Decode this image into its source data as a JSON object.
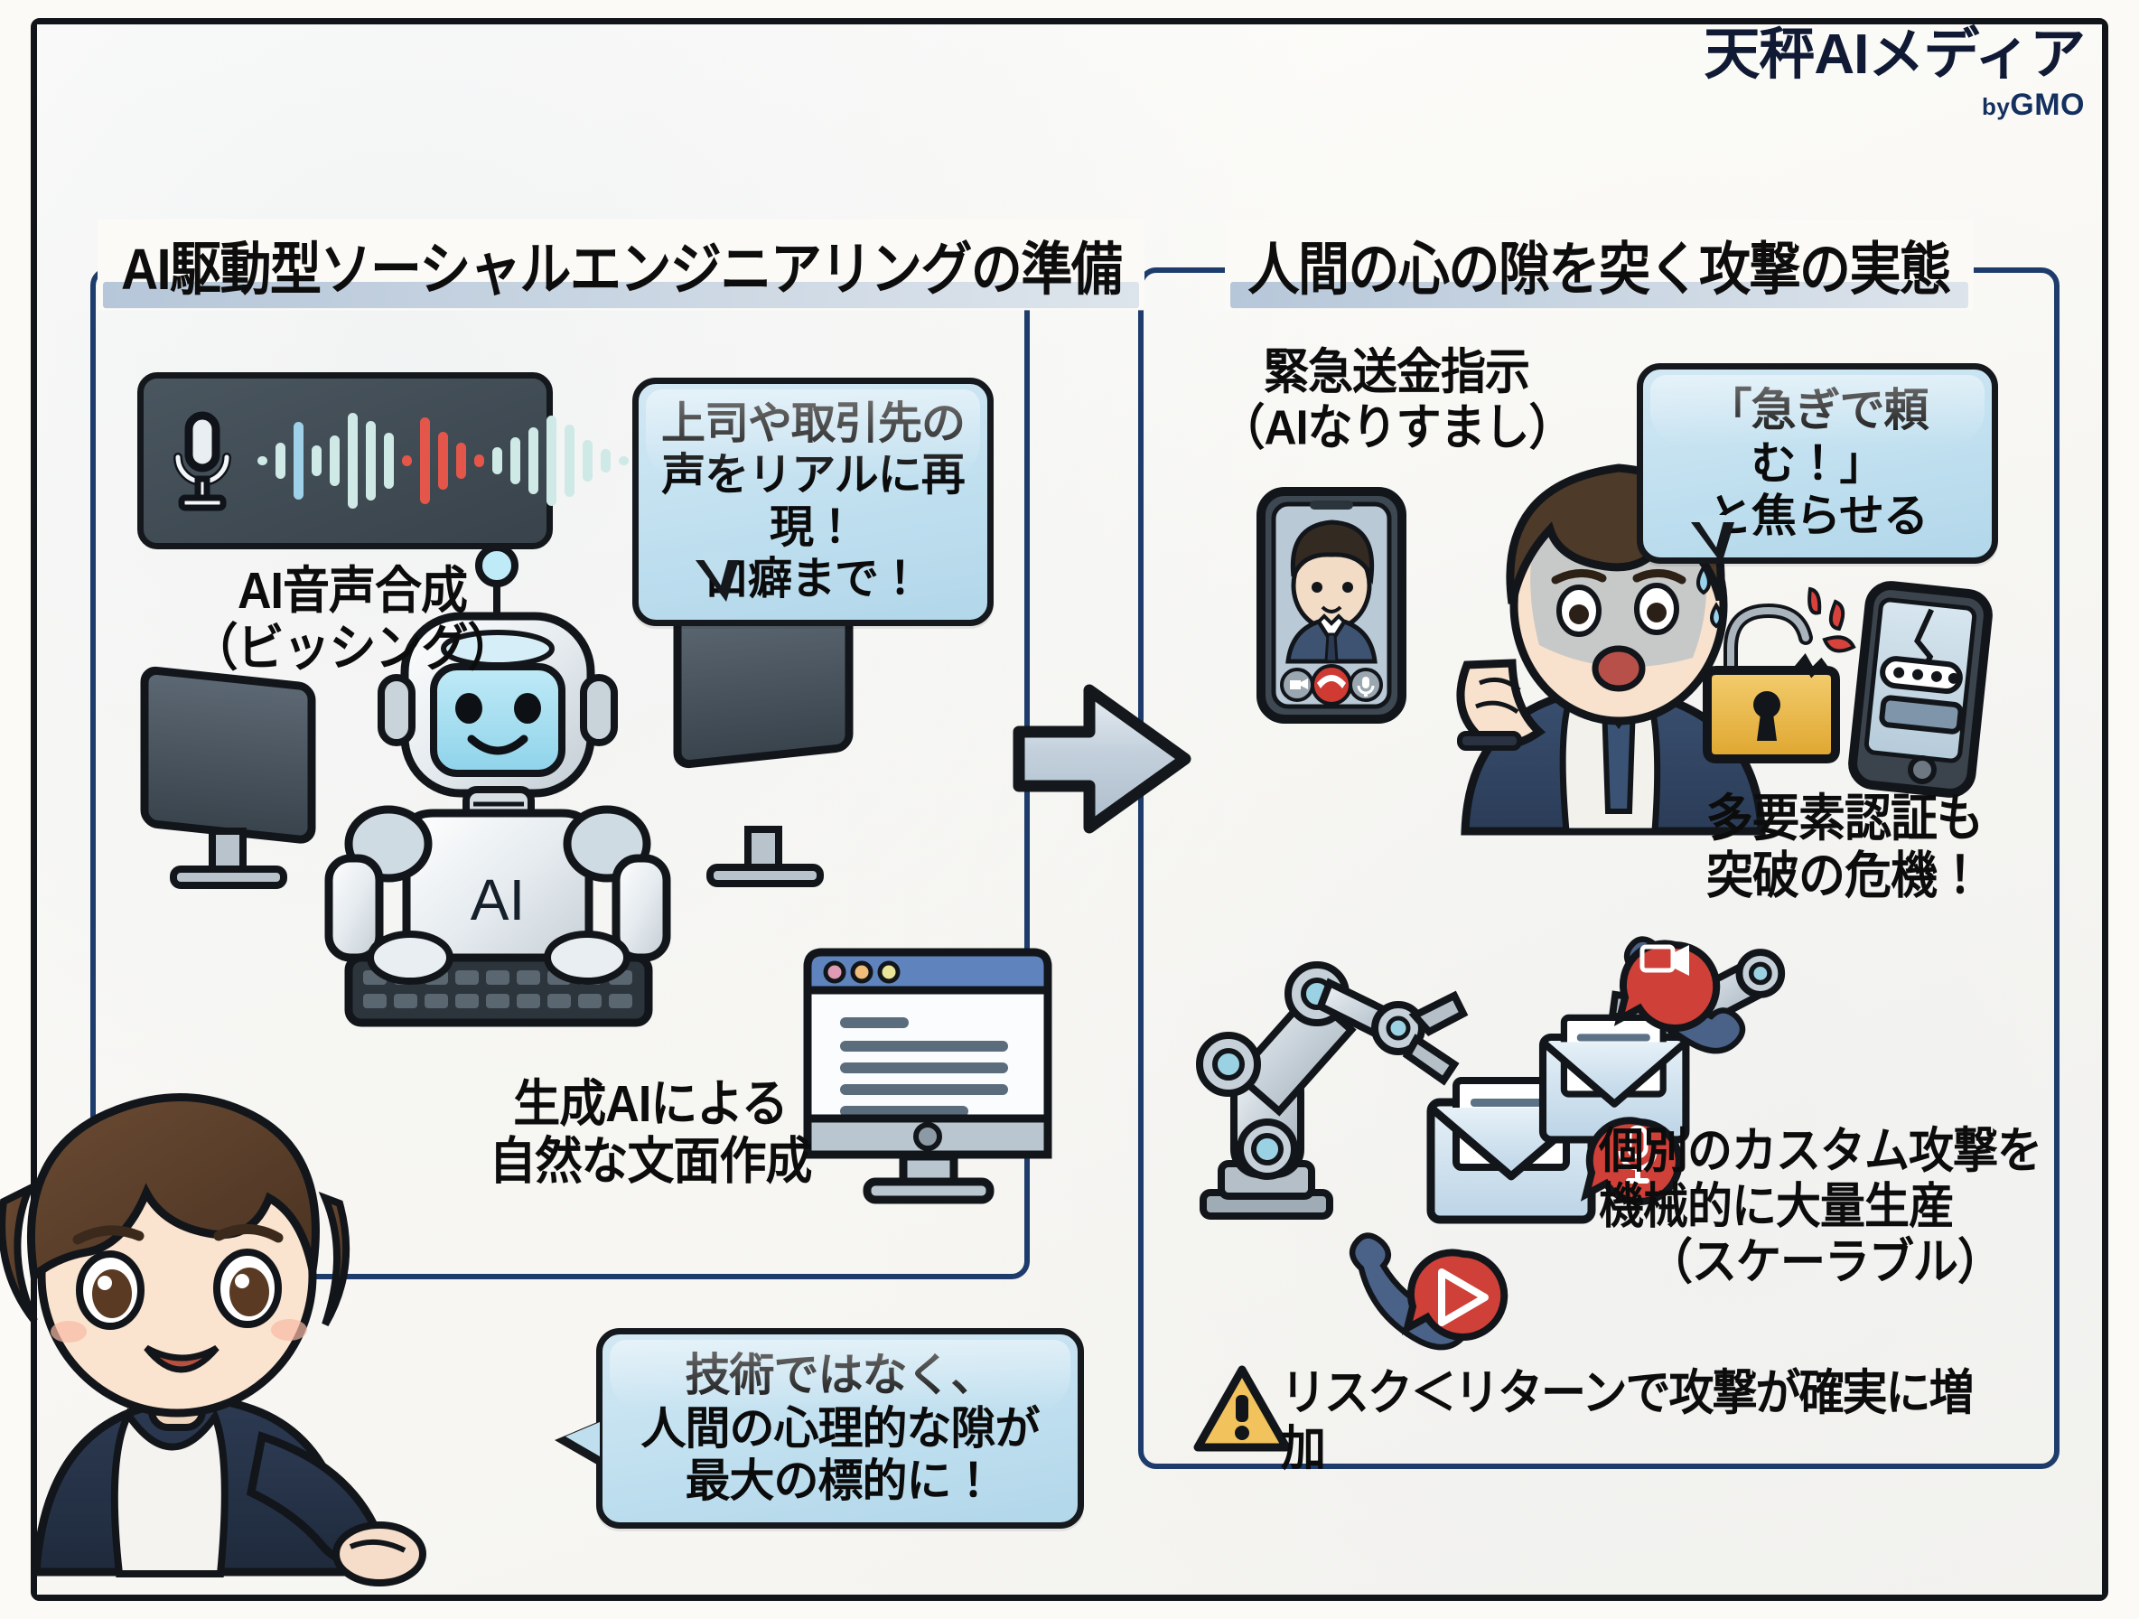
{
  "logo": {
    "main": "天秤AIメディア",
    "by": "by",
    "brand": "GMO"
  },
  "panels": {
    "left": {
      "title": "AI駆動型ソーシャルエンジニアリングの準備",
      "voice_label_line1": "AI音声合成",
      "voice_label_line2": "（ビッシング）",
      "robot_chest_label": "AI",
      "doc_caption_line1": "生成AIによる",
      "doc_caption_line2": "自然な文面作成",
      "bubble_voice": {
        "line1": "上司や取引先の",
        "line2": "声をリアルに再現！",
        "line3": "口癖まで！"
      },
      "bubble_conclusion": {
        "line1": "技術ではなく、",
        "line2": "人間の心理的な隙が",
        "line3": "最大の標的に！"
      }
    },
    "right": {
      "title": "人間の心の隙を突く攻撃の実態",
      "call_label_line1": "緊急送金指示",
      "call_label_line2": "（AIなりすまし）",
      "bubble_urgent": {
        "line1": "「急ぎで頼む！」",
        "line2": "と焦らせる"
      },
      "mfa_label_line1": "多要素認証も",
      "mfa_label_line2": "突破の危機！",
      "scale_label_line1": "個別のカスタム攻撃を",
      "scale_label_line2": "機械的に大量生産",
      "scale_label_line3": "（スケーラブル）",
      "warning_text": "リスク＜リターンで攻撃が確実に増加"
    }
  },
  "icons": {
    "microphone": "microphone-icon",
    "waveform": "audio-waveform",
    "robot": "ai-robot",
    "monitor": "document-monitor",
    "arrow": "right-arrow",
    "videocall": "video-call-phone",
    "padlock_broken": "broken-padlock-icon",
    "cracked_phone": "cracked-smartphone-icon",
    "robot_arm": "robot-arm-icon",
    "envelope": "envelope-icon",
    "handset": "phone-handset-icon",
    "warning_triangle": "warning-triangle-icon",
    "chibi": "chibi-presenter-character"
  },
  "colors": {
    "frame": "#111418",
    "panel_border": "#1d3c6b",
    "bubble_fill": "#bfdfef",
    "bubble_stroke": "#15181c",
    "logo_navy": "#111a34",
    "gmo_blue": "#14305f",
    "accent_red": "#e4564a",
    "accent_yellow": "#efb93c",
    "page_bg": "#fbfaf7",
    "highlight_band": "#aabed4"
  }
}
